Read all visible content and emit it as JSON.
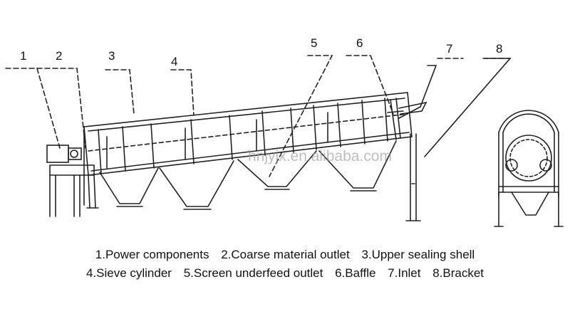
{
  "diagram": {
    "callout_numbers": [
      "1",
      "2",
      "3",
      "4",
      "5",
      "6",
      "7",
      "8"
    ],
    "watermark": "hnjyjx.en.alibaba.com"
  },
  "legend": {
    "line1": [
      "1.Power components",
      "2.Coarse material outlet",
      "3.Upper sealing shell"
    ],
    "line2": [
      "4.Sieve cylinder",
      "5.Screen underfeed outlet",
      "6.Baffle",
      "7.Inlet",
      "8.Bracket"
    ]
  }
}
